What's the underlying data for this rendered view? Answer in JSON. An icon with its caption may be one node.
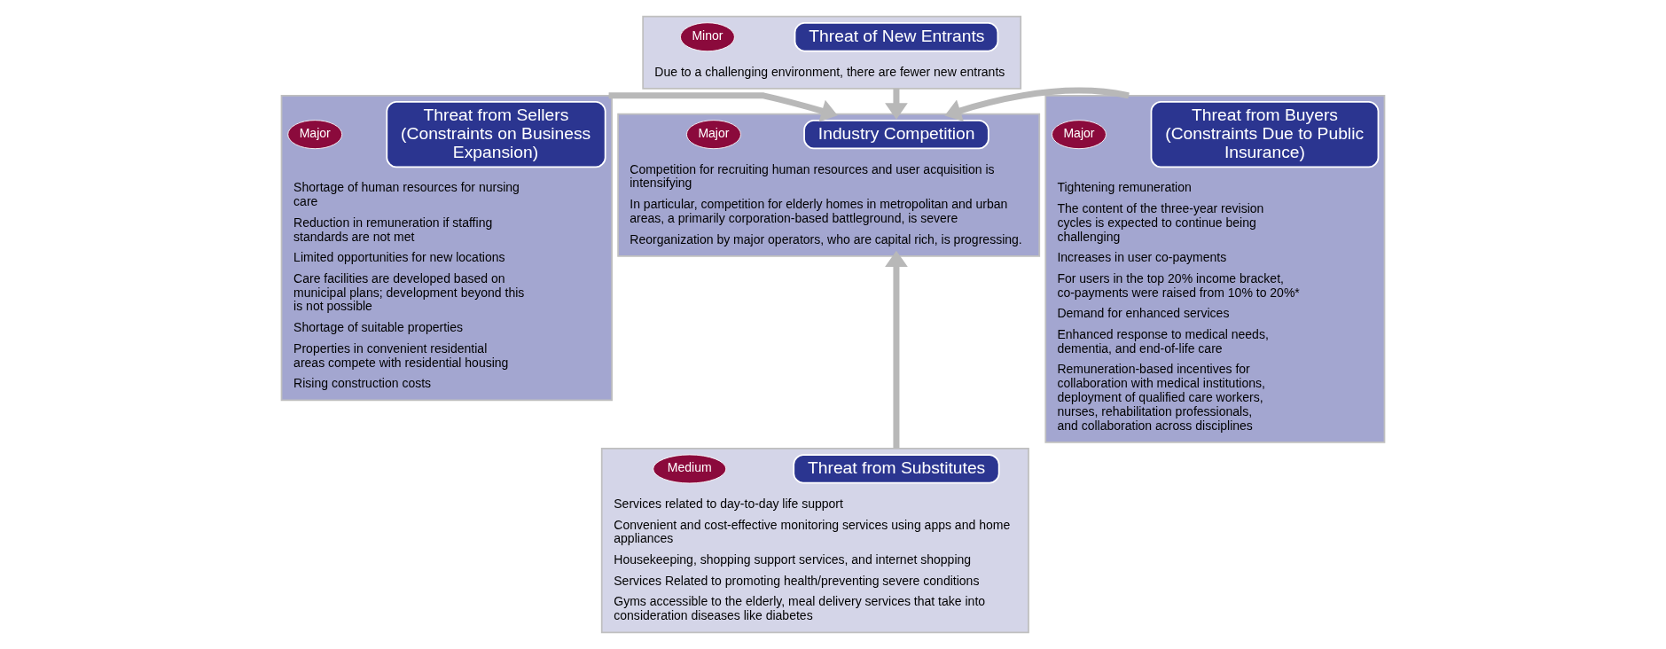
{
  "diagram": {
    "nodes": [
      {
        "text": [
          "Shortage of human resources for nursing care",
          "Reduction in remuneration if staffing standards are not met",
          "Limited opportunities for new locations",
          "Care facilities are developed based on municipal plans; development beyond this is not possible",
          "Shortage of suitable properties",
          "Properties in convenient residential areas compete with residential housing",
          "Rising construction costs"
        ]
      },
      {
        "text": [
          "Threat from Sellers (Constraints on Business Expansion)"
        ],
        "in": 0
      },
      {
        "text": [
          "Major"
        ],
        "in": 0
      },
      {
        "text": [
          "Due to a challenging environment, there are fewer new entrants"
        ]
      },
      {
        "text": [
          "Threat of New Entrants"
        ],
        "in": 3
      },
      {
        "text": [
          "Minor"
        ],
        "in": 3
      },
      {
        "text": [
          "Tightening remuneration",
          "The content of the three-year revision cycles is expected to continue being challenging",
          "Increases in user co-payments",
          "For users in the top 20% income bracket, co-payments were raised from 10% to 20%*",
          "Demand for enhanced services",
          "Enhanced response to medical needs, dementia, and end-of-life care",
          "Remuneration-based incentives for collaboration with medical institutions, deployment of qualified care workers, nurses, rehabilitation professionals, and collaboration across disciplines"
        ]
      },
      {
        "text": [
          "Threat from Buyers (Constraints Due to Public Insurance)"
        ],
        "in": 6
      },
      {
        "text": [
          "Major"
        ],
        "in": 6
      },
      {
        "text": [
          "Competition for recruiting human resources and user acquisition is intensifying",
          "In particular, competition for elderly homes in metropolitan and urban areas, a primarily corporation-based battleground, is severe",
          "Reorganization by major operators, who are capital rich, is progressing."
        ]
      },
      {
        "text": [
          "Industry Competition"
        ],
        "in": 9
      },
      {
        "text": [
          "Major"
        ],
        "in": 9
      },
      {
        "text": [
          "Services related to day-to-day life support",
          "Convenient and cost-effective monitoring services using apps and home appliances",
          "Housekeeping, shopping support services, and internet shopping",
          "Services Related to promoting health/preventing severe conditions",
          "Gyms accessible to the elderly, meal delivery services that take into consideration diseases like diabetes"
        ]
      },
      {
        "text": [
          "Threat from Substitutes"
        ],
        "in": 12
      },
      {
        "text": [
          "Medium"
        ],
        "in": 12
      }
    ],
    "edges": [
      {
        "from": 0,
        "to": 9,
        "arrow": "to"
      },
      {
        "from": 3,
        "to": 9,
        "arrow": "to"
      },
      {
        "from": 12,
        "to": 9,
        "arrow": "to"
      },
      {
        "from": 6,
        "to": 9,
        "arrow": "to"
      }
    ]
  }
}
